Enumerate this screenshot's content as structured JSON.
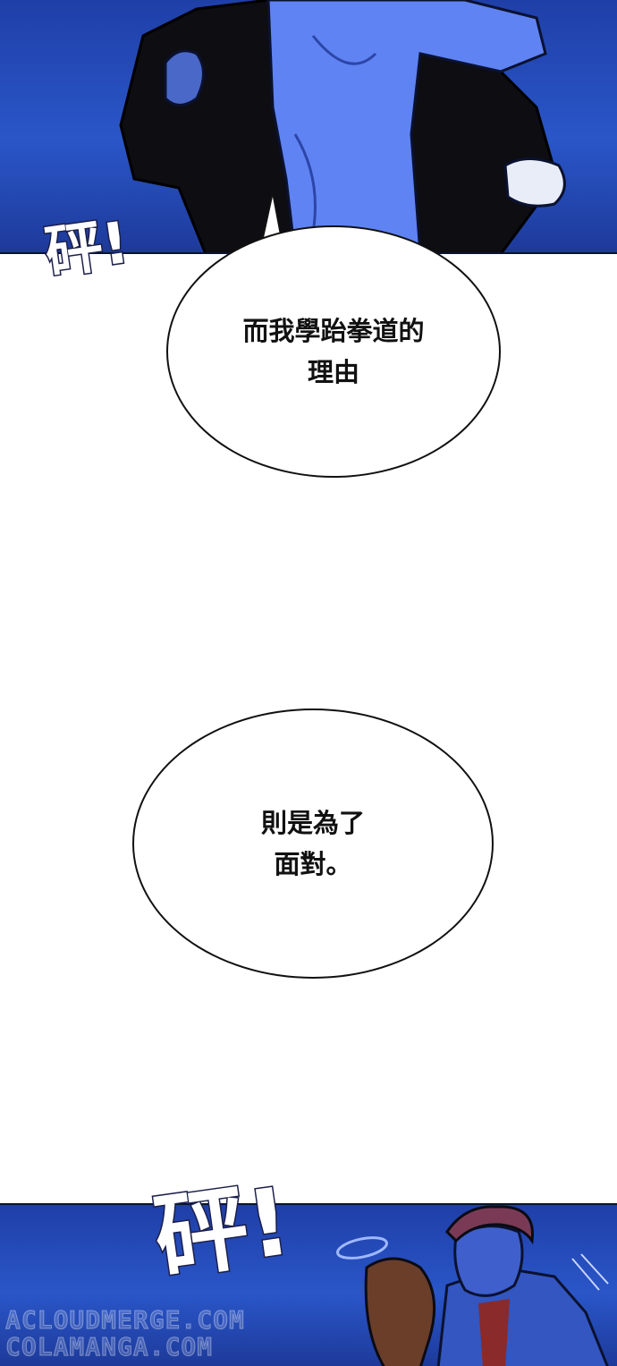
{
  "bubbles": {
    "first": {
      "text": "而我學跆拳道的\n理由"
    },
    "second": {
      "text": "則是為了\n面對。"
    }
  },
  "sfx": {
    "top": "砰!",
    "bottom": "砰!"
  },
  "watermark": {
    "line1": "ACLOUDMERGE.COM",
    "line2": "COLAMANGA.COM"
  },
  "colors": {
    "panel_blue": "#2a56c8",
    "jacket": "#0d0d12",
    "outline": "#111111"
  }
}
